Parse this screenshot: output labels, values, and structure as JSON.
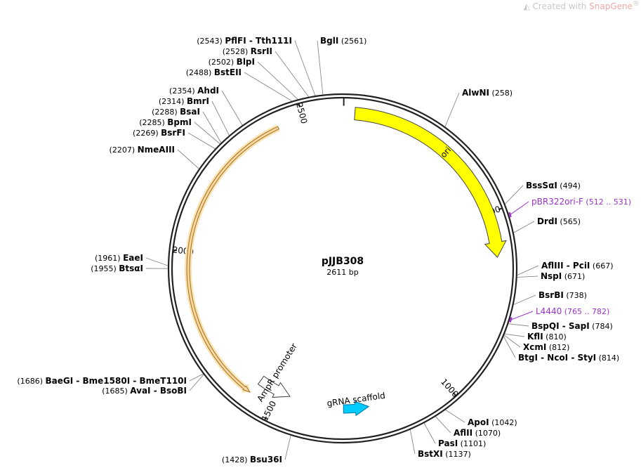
{
  "watermark": {
    "prefix": "Created with ",
    "brand": "SnapGene",
    "reg": "®"
  },
  "plasmid": {
    "name": "pJJB308",
    "length": 2611,
    "size_label": "2611 bp"
  },
  "ticks": [
    {
      "bp": 500,
      "label": "500"
    },
    {
      "bp": 1000,
      "label": "1000"
    },
    {
      "bp": 1500,
      "label": "1500"
    },
    {
      "bp": 2000,
      "label": "2000"
    },
    {
      "bp": 2500,
      "label": "2500"
    }
  ],
  "features": [
    {
      "id": "ori",
      "label": "ori",
      "type": "rep_origin",
      "start": 30,
      "end": 620,
      "strand": 1,
      "color": "#ffff00"
    },
    {
      "id": "ampr-gene",
      "label": "",
      "type": "cds",
      "start": 1570,
      "end": 2430,
      "strand": -1,
      "color": "#f7d6a0"
    },
    {
      "id": "ampr-promoter",
      "label": "AmpR promoter",
      "type": "promoter",
      "start": 1465,
      "end": 1565,
      "strand": -1,
      "color": "#ffffff"
    },
    {
      "id": "grna-scaffold",
      "label": "gRNA scaffold",
      "type": "misc",
      "start": 1225,
      "end": 1300,
      "strand": -1,
      "color": "#00ccff"
    }
  ],
  "sites": [
    {
      "text": "PflFI  - Tth111I",
      "pos": "(2543)",
      "bp": 2543,
      "side": "L"
    },
    {
      "text": "RsrII",
      "pos": "(2528)",
      "bp": 2528,
      "side": "L"
    },
    {
      "text": "BlpI",
      "pos": "(2502)",
      "bp": 2502,
      "side": "L"
    },
    {
      "text": "BstEII",
      "pos": "(2488)",
      "bp": 2488,
      "side": "L"
    },
    {
      "text": "AhdI",
      "pos": "(2354)",
      "bp": 2354,
      "side": "L"
    },
    {
      "text": "BmrI",
      "pos": "(2314)",
      "bp": 2314,
      "side": "L"
    },
    {
      "text": "BsaI",
      "pos": "(2288)",
      "bp": 2288,
      "side": "L"
    },
    {
      "text": "BpmI",
      "pos": "(2285)",
      "bp": 2285,
      "side": "L"
    },
    {
      "text": "BsrFI",
      "pos": "(2269)",
      "bp": 2269,
      "side": "L"
    },
    {
      "text": "NmeAIII",
      "pos": "(2207)",
      "bp": 2207,
      "side": "L"
    },
    {
      "text": "EaeI",
      "pos": "(1961)",
      "bp": 1961,
      "side": "L"
    },
    {
      "text": "BtsαI",
      "pos": "(1955)",
      "bp": 1955,
      "side": "L"
    },
    {
      "text": "BaeGI  - Bme1580I  - BmeT110I",
      "pos": "(1686)",
      "bp": 1686,
      "side": "L"
    },
    {
      "text": "AvaI  - BsoBI",
      "pos": "(1685)",
      "bp": 1685,
      "side": "L"
    },
    {
      "text": "Bsu36I",
      "pos": "(1428)",
      "bp": 1428,
      "side": "L"
    },
    {
      "text": "BglI",
      "pos": "(2561)",
      "bp": 2561,
      "side": "R"
    },
    {
      "text": "AlwNI",
      "pos": "(258)",
      "bp": 258,
      "side": "R"
    },
    {
      "text": "BssSαI",
      "pos": "(494)",
      "bp": 494,
      "side": "R"
    },
    {
      "text": "DrdI",
      "pos": "(565)",
      "bp": 565,
      "side": "R"
    },
    {
      "text": "AflIII  - PciI",
      "pos": "(667)",
      "bp": 667,
      "side": "R"
    },
    {
      "text": "NspI",
      "pos": "(671)",
      "bp": 671,
      "side": "R"
    },
    {
      "text": "BsrBI",
      "pos": "(738)",
      "bp": 738,
      "side": "R"
    },
    {
      "text": "BspQI  - SapI",
      "pos": "(784)",
      "bp": 784,
      "side": "R"
    },
    {
      "text": "KflI",
      "pos": "(810)",
      "bp": 810,
      "side": "R"
    },
    {
      "text": "XcmI",
      "pos": "(812)",
      "bp": 812,
      "side": "R"
    },
    {
      "text": "BtgI  - NcoI  - StyI",
      "pos": "(814)",
      "bp": 814,
      "side": "R"
    },
    {
      "text": "ApoI",
      "pos": "(1042)",
      "bp": 1042,
      "side": "R"
    },
    {
      "text": "AflII",
      "pos": "(1070)",
      "bp": 1070,
      "side": "R"
    },
    {
      "text": "PasI",
      "pos": "(1101)",
      "bp": 1101,
      "side": "R"
    },
    {
      "text": "BstXI",
      "pos": "(1137)",
      "bp": 1137,
      "side": "R"
    }
  ],
  "primers": [
    {
      "text": "pBR322ori-F",
      "pos": "(512 .. 531)",
      "bp": 521
    },
    {
      "text": "L4440",
      "pos": "(765 .. 782)",
      "bp": 773
    }
  ]
}
